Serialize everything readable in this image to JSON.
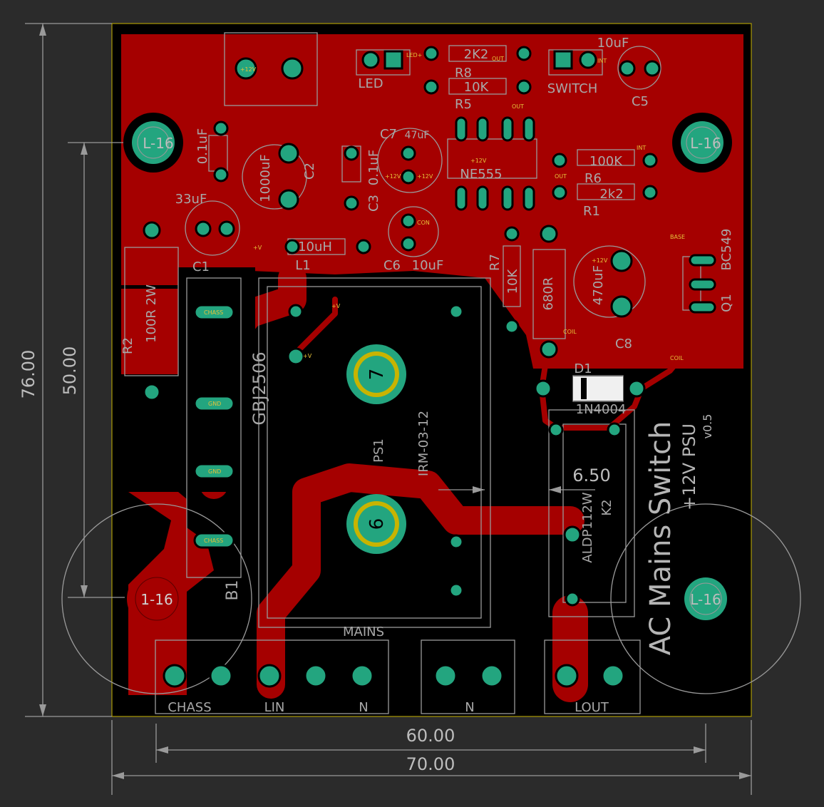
{
  "dimensions": {
    "outer_height": "76.00",
    "inner_height": "50.00",
    "inner_width": "60.00",
    "outer_width": "70.00",
    "spacing": "6.50"
  },
  "mounting_holes": [
    "L-16",
    "L-16",
    "1-16",
    "L-16"
  ],
  "silkscreen": {
    "title": "AC Mains Switch",
    "subtitle": "+12V PSU",
    "version": "v0.5",
    "led": "LED",
    "switch": "SWITCH",
    "r8": "2K2",
    "r8_name": "R8",
    "r5": "10K",
    "r5_name": "R5",
    "c5": "10uF",
    "c5_name": "C5",
    "c4": "0.1uF",
    "c2": "1000uF",
    "c2_name": "C2",
    "c3": "0.1uF",
    "c3_name": "C3",
    "c7": "47uF",
    "c7_name": "C7",
    "ic": "NE555",
    "r6": "100K",
    "r6_name": "R6",
    "r1": "2k2",
    "r1_name": "R1",
    "c1": "33uF",
    "c1_name": "C1",
    "l1": "10uH",
    "l1_name": "L1",
    "c6": "10uF",
    "c6_name": "C6",
    "r7": "10K",
    "r7_name": "R7",
    "r3": "680R",
    "c8": "470uF",
    "c8_name": "C8",
    "q1": "BC549",
    "q1_name": "Q1",
    "r2": "100R 2W",
    "r2_name": "R2",
    "bridge": "GBJ2506",
    "b1": "B1",
    "ps1": "PS1",
    "psu": "IRM-03-12",
    "d1": "D1",
    "diode": "1N4004",
    "relay": "ALDP112W",
    "k2": "K2",
    "mains": "MAINS",
    "chass": "CHASS",
    "lin": "LIN",
    "n": "N",
    "n2": "N",
    "lout": "LOUT",
    "pin7": "7",
    "pin6": "6"
  },
  "net_labels": {
    "plus12v": "+12V",
    "out": "OUT",
    "int": "INT",
    "con": "CON",
    "base": "BASE",
    "coil": "COIL",
    "plusv": "+V",
    "gnd": "GND",
    "chass": "CHASS",
    "led_plus": "LED+"
  },
  "colors": {
    "background": "#2b2b2b",
    "board": "#000000",
    "copper": "#a50000",
    "pad": "#23a57f",
    "silk": "#9a9a9a",
    "outline": "#c8b400"
  }
}
